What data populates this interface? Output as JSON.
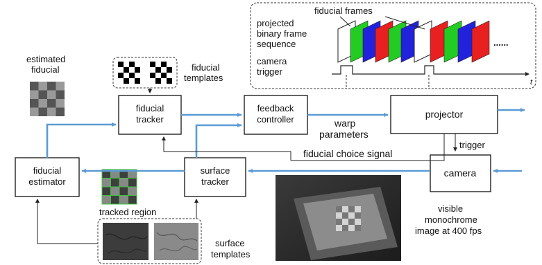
{
  "blocks": {
    "fiducial_tracker": [
      "fiducial",
      "tracker"
    ],
    "feedback_controller": [
      "feedback",
      "controller"
    ],
    "projector": "projector",
    "fiducial_estimator": [
      "fiducial",
      "estimator"
    ],
    "surface_tracker": [
      "surface",
      "tracker"
    ],
    "camera": "camera"
  },
  "labels": {
    "estimated_fiducial": [
      "estimated",
      "fiducial"
    ],
    "fiducial_templates": [
      "fiducial",
      "templates"
    ],
    "warp_parameters": [
      "warp",
      "parameters"
    ],
    "trigger": "trigger",
    "fiducial_choice_signal": "fiducial choice signal",
    "tracked_region": "tracked region",
    "surface_templates": [
      "surface",
      "templates"
    ],
    "visible_image": [
      "visible",
      "monochrome",
      "image at 400 fps"
    ]
  },
  "inset": {
    "fiducial_frames": "fiducial frames",
    "frame_sequence": [
      "projected",
      "binary frame",
      "sequence"
    ],
    "camera_trigger": [
      "camera",
      "trigger"
    ],
    "time_axis": "t",
    "ellipsis": "......"
  },
  "colors": {
    "signal_arrow": "#5b9bd5",
    "frame_green": "#22cc22",
    "frame_blue": "#2222dd",
    "frame_red": "#e82020"
  }
}
